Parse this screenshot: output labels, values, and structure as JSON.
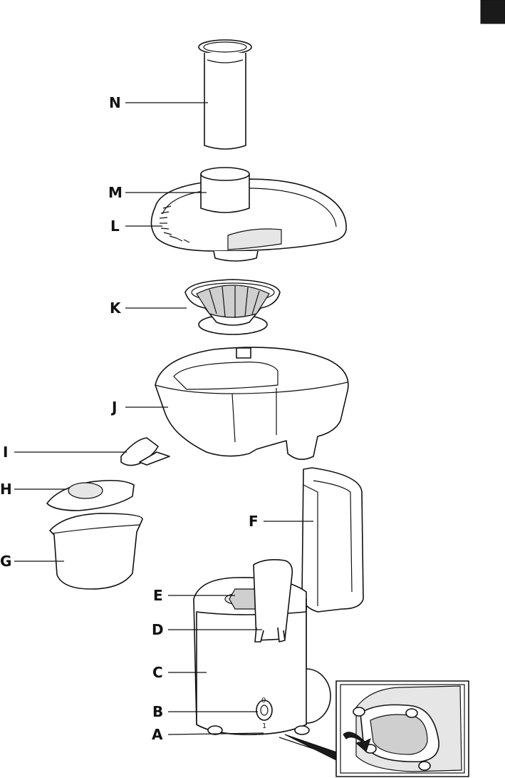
{
  "labels": {
    "N": "N",
    "M": "M",
    "L": "L",
    "K": "K",
    "J": "J",
    "I": "I",
    "H": "H",
    "G": "G",
    "F": "F",
    "E": "E",
    "D": "D",
    "C": "C",
    "B": "B",
    "A": "A"
  },
  "switch_marks": {
    "off": "0",
    "on": "1"
  },
  "colors": {
    "line": "#111111",
    "shade": "#cfcfcf",
    "tab": "#1a1a1a"
  }
}
